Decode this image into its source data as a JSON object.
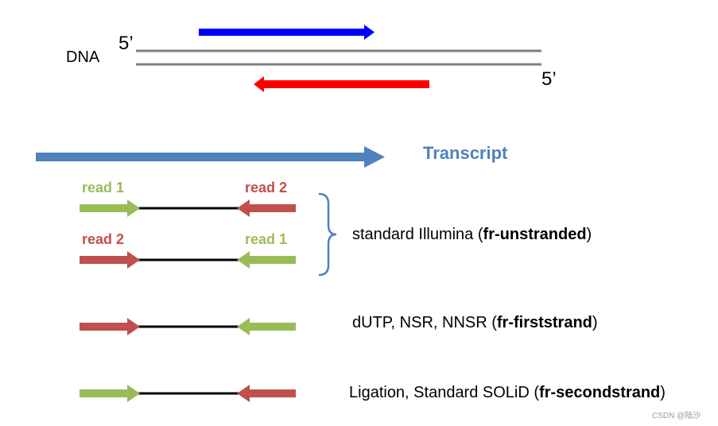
{
  "dna": {
    "label": "DNA",
    "five_prime_top": "5’",
    "five_prime_bottom": "5’"
  },
  "transcript": {
    "label": "Transcript"
  },
  "reads": {
    "row1_left": "read 1",
    "row1_right": "read 2",
    "row2_left": "read 2",
    "row2_right": "read 1"
  },
  "libraries": [
    {
      "prefix": "standard Illumina (",
      "bold": "fr-unstranded",
      "suffix": ")"
    },
    {
      "prefix": "dUTP, NSR, NNSR (",
      "bold": "fr-firststrand",
      "suffix": ")"
    },
    {
      "prefix": "Ligation, Standard SOLiD (",
      "bold": "fr-secondstrand",
      "suffix": ")"
    }
  ],
  "watermark": "CSDN @陆沙",
  "colors": {
    "blue_arrow": "#0000ff",
    "red_arrow": "#ff0000",
    "transcript": "#4f81bd",
    "green_read": "#9bbb59",
    "red_read": "#c0504d",
    "dna_strand": "#7f7f7f",
    "bracket": "#4f81bd"
  }
}
